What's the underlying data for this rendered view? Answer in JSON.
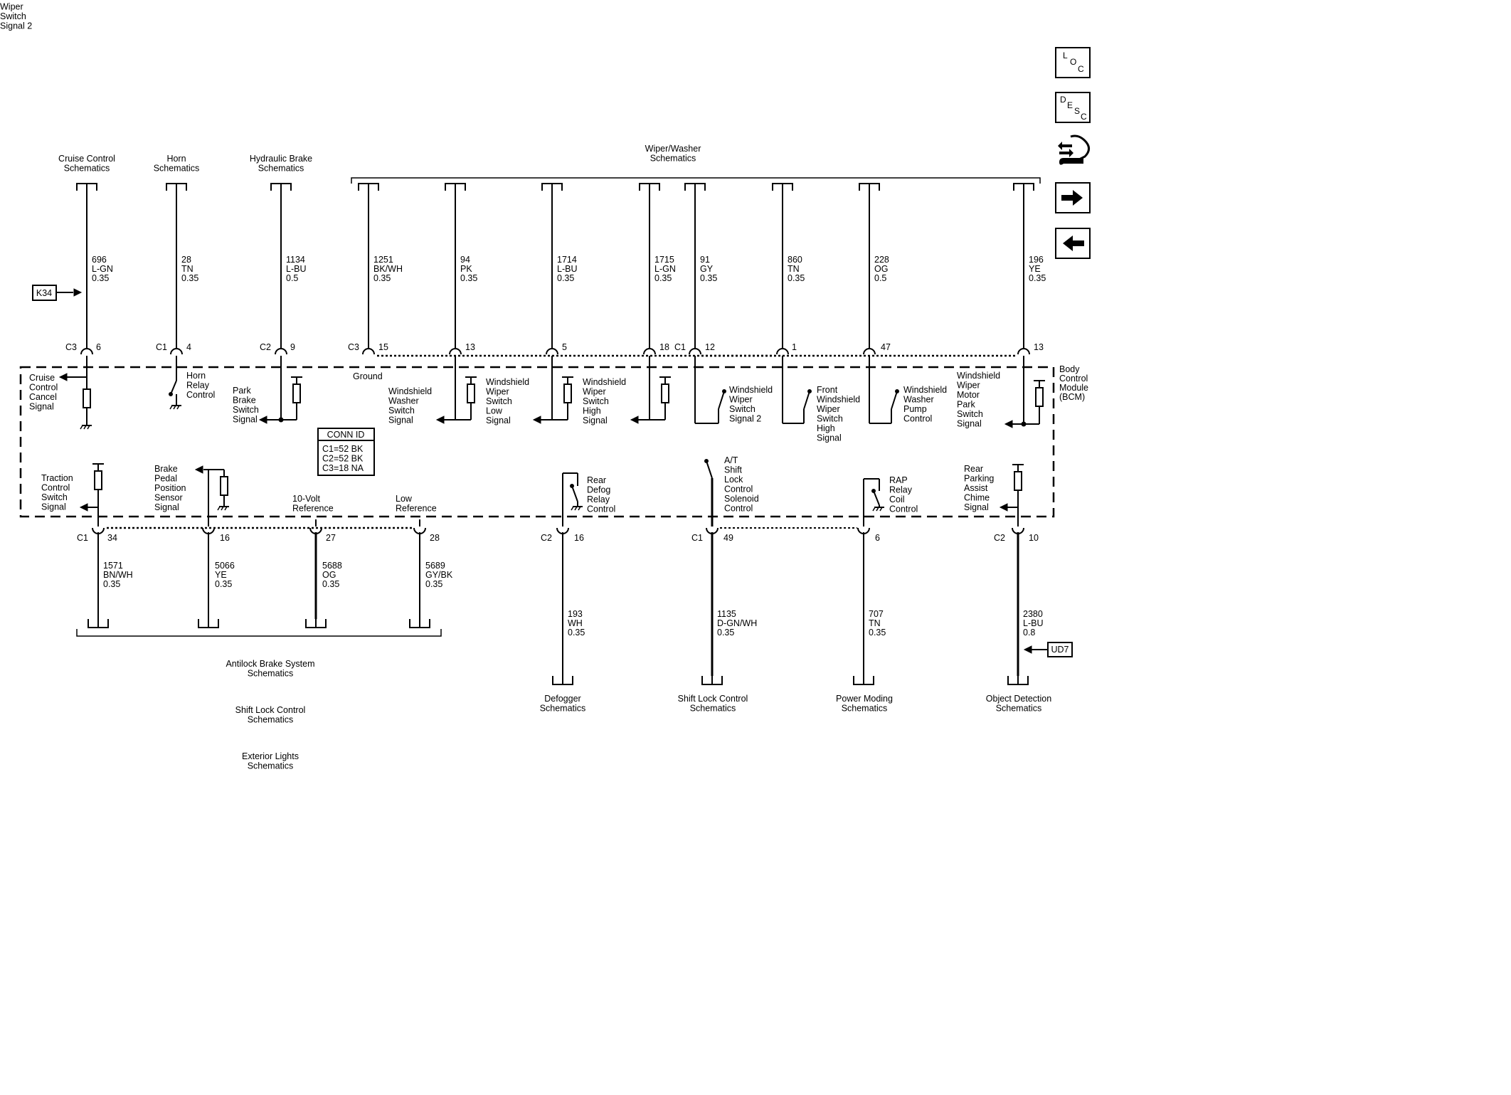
{
  "nav": {
    "loc": [
      "L",
      "O",
      "C"
    ],
    "desc": [
      "D",
      "E",
      "S",
      "C"
    ]
  },
  "top_groups": [
    {
      "id": "cruise",
      "label": [
        "Cruise Control",
        "Schematics"
      ]
    },
    {
      "id": "horn",
      "label": [
        "Horn",
        "Schematics"
      ]
    },
    {
      "id": "hydraulic",
      "label": [
        "Hydraulic Brake",
        "Schematics"
      ]
    },
    {
      "id": "wiper",
      "label": [
        "Wiper/Washer",
        "Schematics"
      ]
    }
  ],
  "top_wires": [
    {
      "id": "w696",
      "circuit": "696",
      "color": "L-GN",
      "gauge": "0.35",
      "connector": "C3",
      "pin": "6"
    },
    {
      "id": "w28",
      "circuit": "28",
      "color": "TN",
      "gauge": "0.35",
      "connector": "C1",
      "pin": "4"
    },
    {
      "id": "w1134",
      "circuit": "1134",
      "color": "L-BU",
      "gauge": "0.5",
      "connector": "C2",
      "pin": "9"
    },
    {
      "id": "w1251",
      "circuit": "1251",
      "color": "BK/WH",
      "gauge": "0.35",
      "connector": "C3",
      "pin": "15"
    },
    {
      "id": "w94",
      "circuit": "94",
      "color": "PK",
      "gauge": "0.35",
      "connector": "",
      "pin": "13"
    },
    {
      "id": "w1714",
      "circuit": "1714",
      "color": "L-BU",
      "gauge": "0.35",
      "connector": "",
      "pin": "5"
    },
    {
      "id": "w1715",
      "circuit": "1715",
      "color": "L-GN",
      "gauge": "0.35",
      "connector": "",
      "pin": "18"
    },
    {
      "id": "w91",
      "circuit": "91",
      "color": "GY",
      "gauge": "0.35",
      "connector": "C1",
      "pin": "12"
    },
    {
      "id": "w860",
      "circuit": "860",
      "color": "TN",
      "gauge": "0.35",
      "connector": "",
      "pin": "1"
    },
    {
      "id": "w228",
      "circuit": "228",
      "color": "OG",
      "gauge": "0.5",
      "connector": "",
      "pin": "47"
    },
    {
      "id": "w196",
      "circuit": "196",
      "color": "YE",
      "gauge": "0.35",
      "connector": "",
      "pin": "13"
    }
  ],
  "bottom_wires": [
    {
      "id": "w1571",
      "circuit": "1571",
      "color": "BN/WH",
      "gauge": "0.35",
      "connector": "C1",
      "pin": "34"
    },
    {
      "id": "w5066",
      "circuit": "5066",
      "color": "YE",
      "gauge": "0.35",
      "connector": "",
      "pin": "16"
    },
    {
      "id": "w5688",
      "circuit": "5688",
      "color": "OG",
      "gauge": "0.35",
      "connector": "",
      "pin": "27"
    },
    {
      "id": "w5689",
      "circuit": "5689",
      "color": "GY/BK",
      "gauge": "0.35",
      "connector": "",
      "pin": "28"
    },
    {
      "id": "w193",
      "circuit": "193",
      "color": "WH",
      "gauge": "0.35",
      "connector": "C2",
      "pin": "16"
    },
    {
      "id": "w1135",
      "circuit": "1135",
      "color": "D-GN/WH",
      "gauge": "0.35",
      "connector": "C1",
      "pin": "49"
    },
    {
      "id": "w707",
      "circuit": "707",
      "color": "TN",
      "gauge": "0.35",
      "connector": "",
      "pin": "6"
    },
    {
      "id": "w2380",
      "circuit": "2380",
      "color": "L-BU",
      "gauge": "0.8",
      "connector": "C2",
      "pin": "10"
    }
  ],
  "module": {
    "label": [
      "Body",
      "Control",
      "Module",
      "(BCM)"
    ]
  },
  "ground_label": "Ground",
  "conn_id": {
    "title": "CONN ID",
    "lines": [
      "C1=52 BK",
      "C2=52 BK",
      "C3=18 NA"
    ]
  },
  "functions": [
    {
      "id": "cruise_cancel",
      "label": [
        "Cruise",
        "Control",
        "Cancel",
        "Signal"
      ]
    },
    {
      "id": "horn_relay",
      "label": [
        "Horn",
        "Relay",
        "Control"
      ]
    },
    {
      "id": "park_brake",
      "label": [
        "Park",
        "Brake",
        "Switch",
        "Signal"
      ]
    },
    {
      "id": "washer_switch",
      "label": [
        "Windshield",
        "Washer",
        "Switch",
        "Signal"
      ]
    },
    {
      "id": "wiper_low",
      "label": [
        "Windshield",
        "Wiper",
        "Switch",
        "Low",
        "Signal"
      ]
    },
    {
      "id": "wiper_high",
      "label": [
        "Windshield",
        "Wiper",
        "Switch",
        "High",
        "Signal"
      ]
    },
    {
      "id": "wiper_sig2",
      "label": [
        "Windshield",
        "Wiper",
        "Switch",
        "Signal 2"
      ]
    },
    {
      "id": "front_wiper_high",
      "label": [
        "Front",
        "Windshield",
        "Wiper",
        "Switch",
        "High",
        "Signal"
      ]
    },
    {
      "id": "washer_pump",
      "label": [
        "Windshield",
        "Washer",
        "Pump",
        "Control"
      ]
    },
    {
      "id": "wiper_park",
      "label": [
        "Windshield",
        "Wiper",
        "Motor",
        "Park",
        "Switch",
        "Signal"
      ]
    },
    {
      "id": "traction",
      "label": [
        "Traction",
        "Control",
        "Switch",
        "Signal"
      ]
    },
    {
      "id": "brake_pedal",
      "label": [
        "Brake",
        "Pedal",
        "Position",
        "Sensor",
        "Signal"
      ]
    },
    {
      "id": "ten_volt",
      "label": [
        "10-Volt",
        "Reference"
      ]
    },
    {
      "id": "low_ref",
      "label": [
        "Low",
        "Reference"
      ]
    },
    {
      "id": "rear_defog",
      "label": [
        "Rear",
        "Defog",
        "Relay",
        "Control"
      ]
    },
    {
      "id": "shift_lock",
      "label": [
        "A/T",
        "Shift",
        "Lock",
        "Control",
        "Solenoid",
        "Control"
      ]
    },
    {
      "id": "rap_relay",
      "label": [
        "RAP",
        "Relay",
        "Coil",
        "Control"
      ]
    },
    {
      "id": "rear_park",
      "label": [
        "Rear",
        "Parking",
        "Assist",
        "Chime",
        "Signal"
      ]
    }
  ],
  "option_tags": {
    "k34": "K34",
    "ud7": "UD7"
  },
  "bottom_groups": [
    {
      "id": "abs",
      "label": [
        "Antilock Brake System",
        "Schematics"
      ]
    },
    {
      "id": "shiftlock_left",
      "label": [
        "Shift Lock Control",
        "Schematics"
      ]
    },
    {
      "id": "exterior",
      "label": [
        "Exterior Lights",
        "Schematics"
      ]
    },
    {
      "id": "defogger",
      "label": [
        "Defogger",
        "Schematics"
      ]
    },
    {
      "id": "shiftlock",
      "label": [
        "Shift Lock Control",
        "Schematics"
      ]
    },
    {
      "id": "power_moding",
      "label": [
        "Power Moding",
        "Schematics"
      ]
    },
    {
      "id": "object_detection",
      "label": [
        "Object Detection",
        "Schematics"
      ]
    }
  ]
}
